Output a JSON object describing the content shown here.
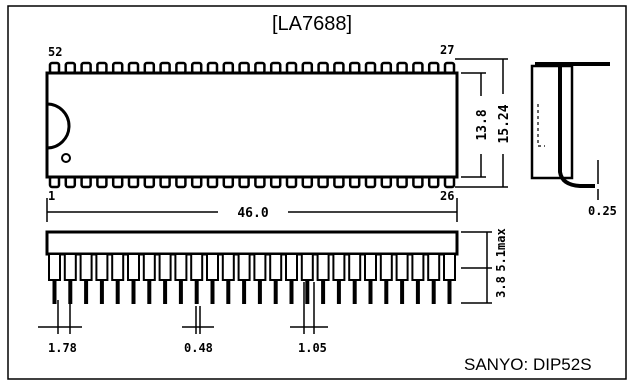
{
  "title": "[LA7688]",
  "package_label": "SANYO: DIP52S",
  "pins": {
    "top_left": "52",
    "top_right": "27",
    "bottom_left": "1",
    "bottom_right": "26",
    "count_per_side": 26
  },
  "dimensions": {
    "length": "46.0",
    "body_width": "13.8",
    "lead_span": "15.24",
    "lead_thickness": "0.25",
    "height_max": "5.1max",
    "lead_length": "3.8",
    "pitch": "1.78",
    "lead_width": "0.48",
    "standoff": "1.05"
  },
  "colors": {
    "ink": "#000000",
    "paper": "#ffffff"
  }
}
